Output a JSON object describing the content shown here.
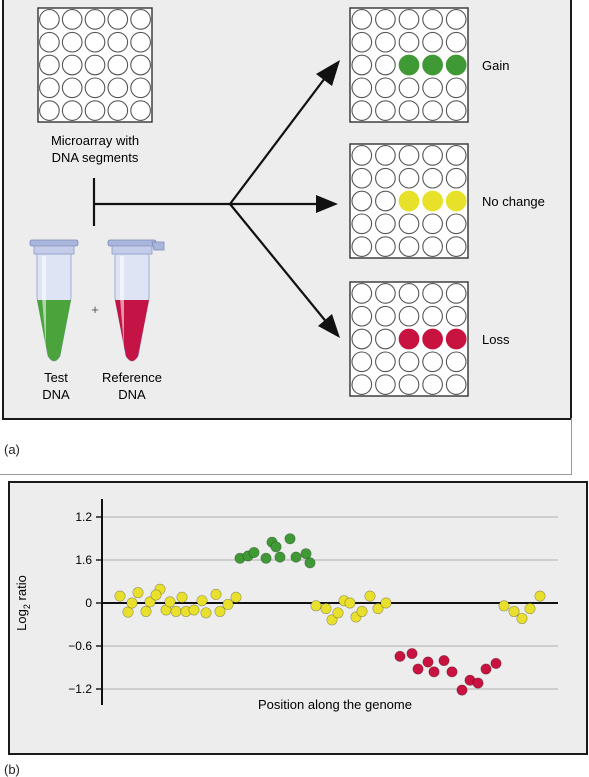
{
  "panel_a": {
    "caption": "(a)",
    "microarray_label_line1": "Microarray with",
    "microarray_label_line2": "DNA segments",
    "plus_sign": "+",
    "test_tube_label_line1": "Test",
    "test_tube_label_line2": "DNA",
    "reference_tube_label_line1": "Reference",
    "reference_tube_label_line2": "DNA",
    "outcomes": [
      {
        "label": "Gain",
        "spot_color": "#3f9a35"
      },
      {
        "label": "No change",
        "spot_color": "#e7e12a"
      },
      {
        "label": "Loss",
        "spot_color": "#c8123f"
      }
    ],
    "colors": {
      "test_dna": "#4aa33b",
      "reference_dna": "#c41446",
      "tube_cap": "#a9b6dc"
    }
  },
  "panel_b": {
    "caption": "(b)",
    "chart_data": {
      "type": "scatter",
      "ylabel_main": "Log",
      "ylabel_sub": "2",
      "ylabel_rest": " ratio",
      "xlabel": "Position along the genome",
      "ytick_labels": [
        "1.2",
        "1.6",
        "0",
        "−0.6",
        "−1.2"
      ],
      "series": [
        {
          "color": "#e8e02c",
          "points": [
            [
              1,
              0.12
            ],
            [
              2,
              -0.13
            ],
            [
              3,
              0.0
            ],
            [
              4,
              0.18
            ],
            [
              5,
              -0.12
            ],
            [
              6,
              0.02
            ],
            [
              7,
              0.24
            ],
            [
              8,
              0.14
            ],
            [
              9,
              -0.1
            ],
            [
              10,
              0.02
            ],
            [
              11,
              -0.12
            ],
            [
              12,
              0.1
            ],
            [
              13,
              -0.12
            ],
            [
              14,
              -0.1
            ],
            [
              15,
              0.04
            ],
            [
              16,
              -0.14
            ],
            [
              17,
              0.15
            ],
            [
              18,
              -0.12
            ],
            [
              19,
              -0.02
            ],
            [
              20,
              0.1
            ],
            [
              21,
              -0.04
            ],
            [
              22,
              -0.08
            ],
            [
              23,
              -0.24
            ],
            [
              24,
              -0.14
            ],
            [
              25,
              0.04
            ],
            [
              26,
              0.0
            ],
            [
              27,
              -0.2
            ],
            [
              28,
              -0.12
            ],
            [
              29,
              0.12
            ],
            [
              30,
              -0.08
            ],
            [
              31,
              0.0
            ],
            [
              32,
              -0.04
            ],
            [
              33,
              -0.12
            ],
            [
              34,
              -0.22
            ],
            [
              35,
              -0.08
            ],
            [
              36,
              0.12
            ]
          ]
        },
        {
          "color": "#3f9a35",
          "points": [
            [
              1,
              0.78
            ],
            [
              2,
              0.82
            ],
            [
              3,
              0.88
            ],
            [
              4,
              0.78
            ],
            [
              5,
              1.06
            ],
            [
              6,
              0.98
            ],
            [
              7,
              0.8
            ],
            [
              8,
              1.12
            ],
            [
              9,
              0.8
            ],
            [
              10,
              0.86
            ],
            [
              11,
              0.7
            ]
          ]
        },
        {
          "color": "#c8123f",
          "points": [
            [
              1,
              -0.76
            ],
            [
              2,
              -0.72
            ],
            [
              3,
              -0.94
            ],
            [
              4,
              -0.84
            ],
            [
              5,
              -0.98
            ],
            [
              6,
              -0.82
            ],
            [
              7,
              -0.98
            ],
            [
              8,
              -1.24
            ],
            [
              9,
              -1.1
            ],
            [
              10,
              -1.14
            ],
            [
              11,
              -0.94
            ],
            [
              12,
              -0.86
            ]
          ]
        }
      ]
    }
  }
}
